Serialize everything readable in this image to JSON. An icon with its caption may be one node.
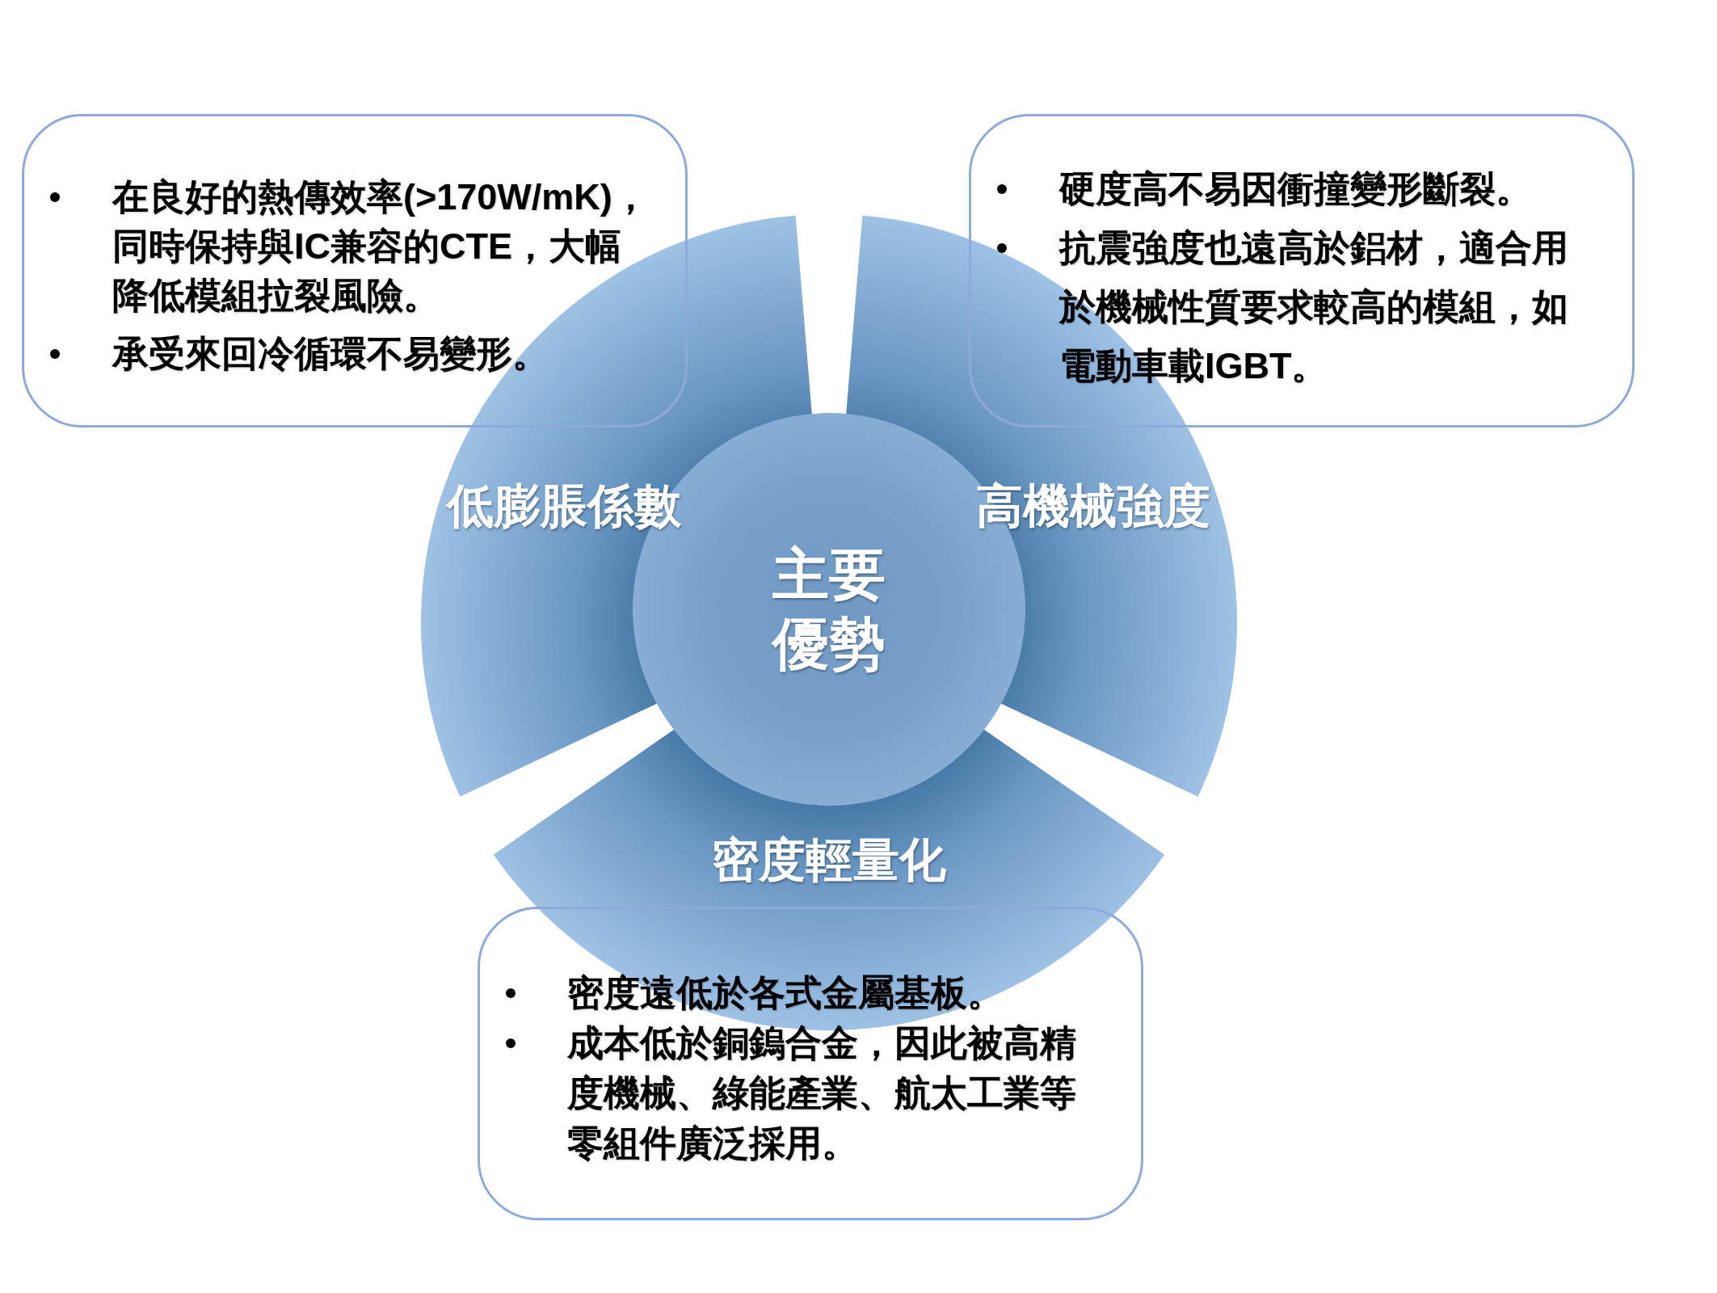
{
  "diagram": {
    "nodes": [
      {
        "text": [
          "在良好的熱傳效率(>170W/mK)，同時保持與IC兼容的CTE，大幅降低模組拉裂風險。",
          "承受來回冷循環不易變形。"
        ]
      },
      {
        "text": [
          "硬度高不易因衝撞變形斷裂。",
          "抗震強度也遠高於鋁材，適合用於機械性質要求較高的模組，如電動車載IGBT。"
        ]
      },
      {
        "text": [
          "低膨脹係數"
        ]
      },
      {
        "text": [
          "主要優勢"
        ]
      },
      {
        "text": [
          "高機械強度"
        ]
      },
      {
        "text": [
          "密度輕量化"
        ]
      },
      {
        "text": [
          "密度遠低於各式金屬基板。",
          "成本低於銅鎢合金，因此被高精度機械、綠能產業、航太工業等零組件廣泛採用。"
        ]
      }
    ]
  }
}
